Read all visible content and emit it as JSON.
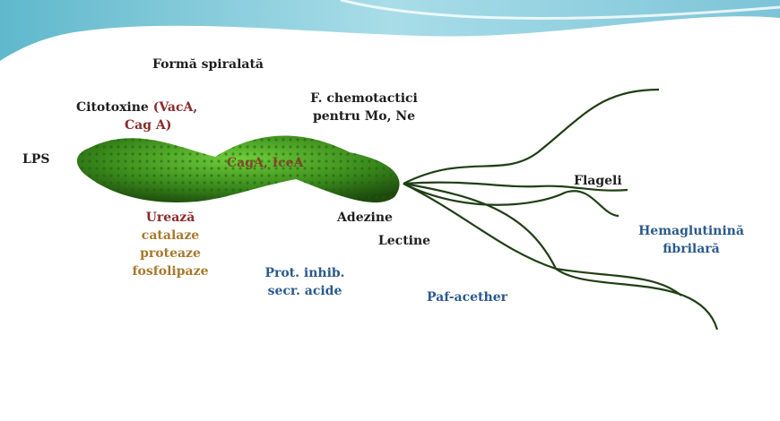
{
  "labels": {
    "shape": "Formă spiralată",
    "cytotoxins_prefix": "Citotoxine ",
    "cytotoxins_detail_1": "(VacA,",
    "cytotoxins_detail_2": "Cag A)",
    "chemotactic_1": "F. chemotactici",
    "chemotactic_2": "pentru Mo, Ne",
    "lps": "LPS",
    "body_label": "CagA, IceA",
    "urease": "Urează",
    "catalase": "catalaze",
    "protease": "proteaze",
    "phospholipase": "fosfolipaze",
    "adhesins": "Adezine",
    "lectins": "Lectine",
    "flagella": "Flageli",
    "hemagglutinin_1": "Hemaglutinină",
    "hemagglutinin_2": "fibrilară",
    "acid_inhib_1": "Prot. inhib.",
    "acid_inhib_2": "secr. acide",
    "paf": "Paf-acether"
  },
  "colors": {
    "bacterium": "#3f8f1f",
    "red_text": "#8a2a2a",
    "tan_text": "#a8782c",
    "blue_text": "#2a5a8c",
    "header": "#7ec8d8"
  }
}
